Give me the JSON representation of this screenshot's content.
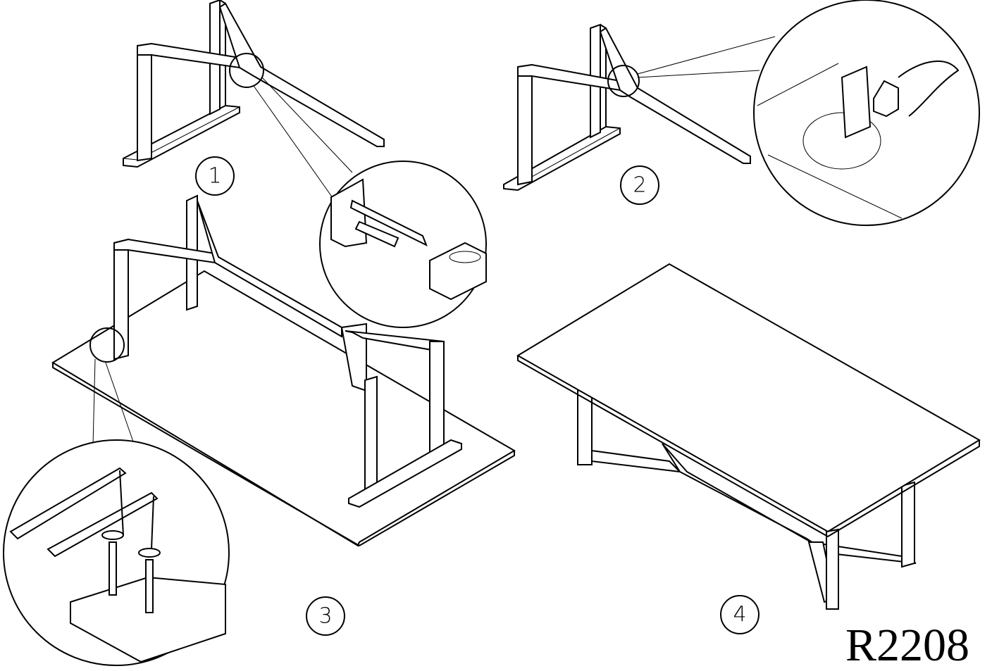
{
  "steps": [
    {
      "number": "1"
    },
    {
      "number": "2"
    },
    {
      "number": "3"
    },
    {
      "number": "4"
    }
  ],
  "product_code": "R2208"
}
